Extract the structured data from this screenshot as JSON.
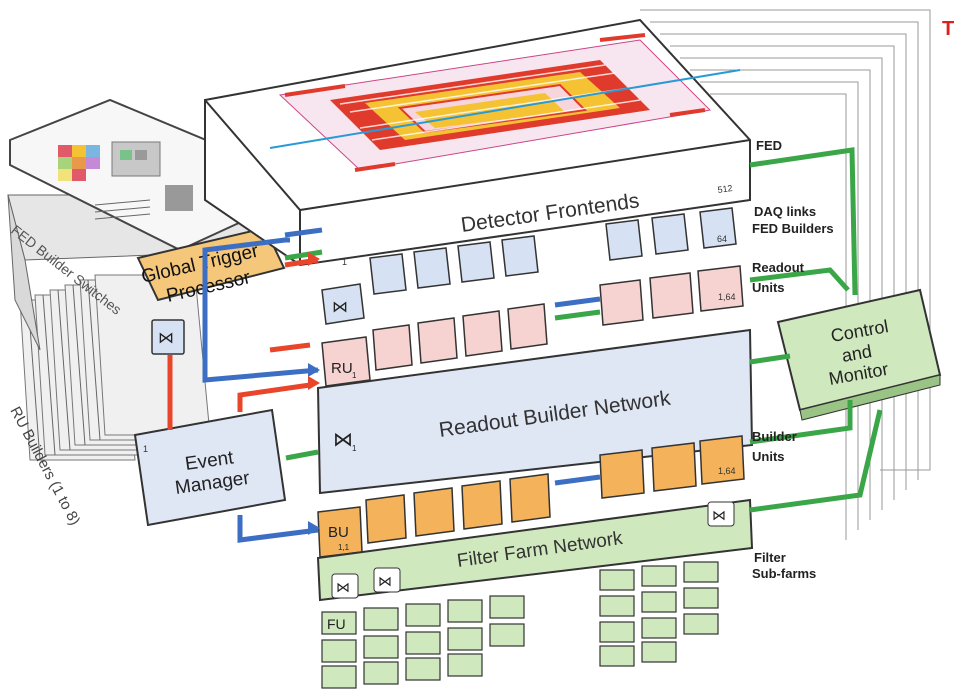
{
  "corner_text": "T",
  "labels": {
    "detector_frontends": "Detector Frontends",
    "global_trigger_processor_line1": "Global Trigger",
    "global_trigger_processor_line2": "Processor",
    "readout_builder_network": "Readout Builder Network",
    "event_manager_line1": "Event",
    "event_manager_line2": "Manager",
    "filter_farm_network": "Filter Farm Network",
    "control_monitor_line1": "Control",
    "control_monitor_line2": "and",
    "control_monitor_line3": "Monitor",
    "fed_builder_switches": "FED Builder Switches",
    "ru_builders": "RU Builders (1 to 8)",
    "ru": "RU",
    "bu": "BU",
    "fu": "FU",
    "ru_sub": "1",
    "bu_sub": "1,1",
    "num_512": "512",
    "num_64": "64",
    "num_1": "1",
    "num_164a": "1,64",
    "num_164b": "1,64"
  },
  "side_labels": {
    "fed": "FED",
    "daq_links": "DAQ links",
    "fed_builders": "FED Builders",
    "readout": "Readout",
    "units": "Units",
    "builder": "Builder",
    "builder_units": "Units",
    "filter": "Filter",
    "sub_farms": "Sub-farms"
  },
  "colors": {
    "red_link": "#e8452a",
    "blue_link": "#3c6fc4",
    "green_link": "#3aa648",
    "readout_unit_fill": "#f6d3d1",
    "builder_unit_fill": "#f4b25a",
    "network_fill": "#dfe6f4",
    "filter_fill": "#cfe8bd",
    "frontend_fill": "#e3e9f5",
    "detector_red": "#e03a2c",
    "detector_yellow": "#f4c233"
  }
}
